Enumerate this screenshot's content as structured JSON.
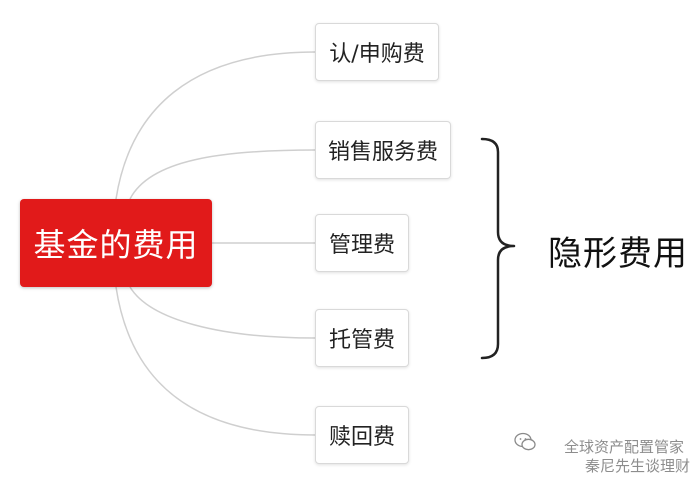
{
  "diagram": {
    "root": {
      "label": "基金的费用",
      "color": "#e11a1a"
    },
    "children": [
      {
        "label": "认/申购费"
      },
      {
        "label": "销售服务费"
      },
      {
        "label": "管理费"
      },
      {
        "label": "托管费"
      },
      {
        "label": "赎回费"
      }
    ],
    "bracket_label": "隐形费用"
  },
  "watermark": {
    "line1": "全球资产配置管家",
    "line2": "秦尼先生谈理财",
    "icon": "wechat-icon"
  }
}
